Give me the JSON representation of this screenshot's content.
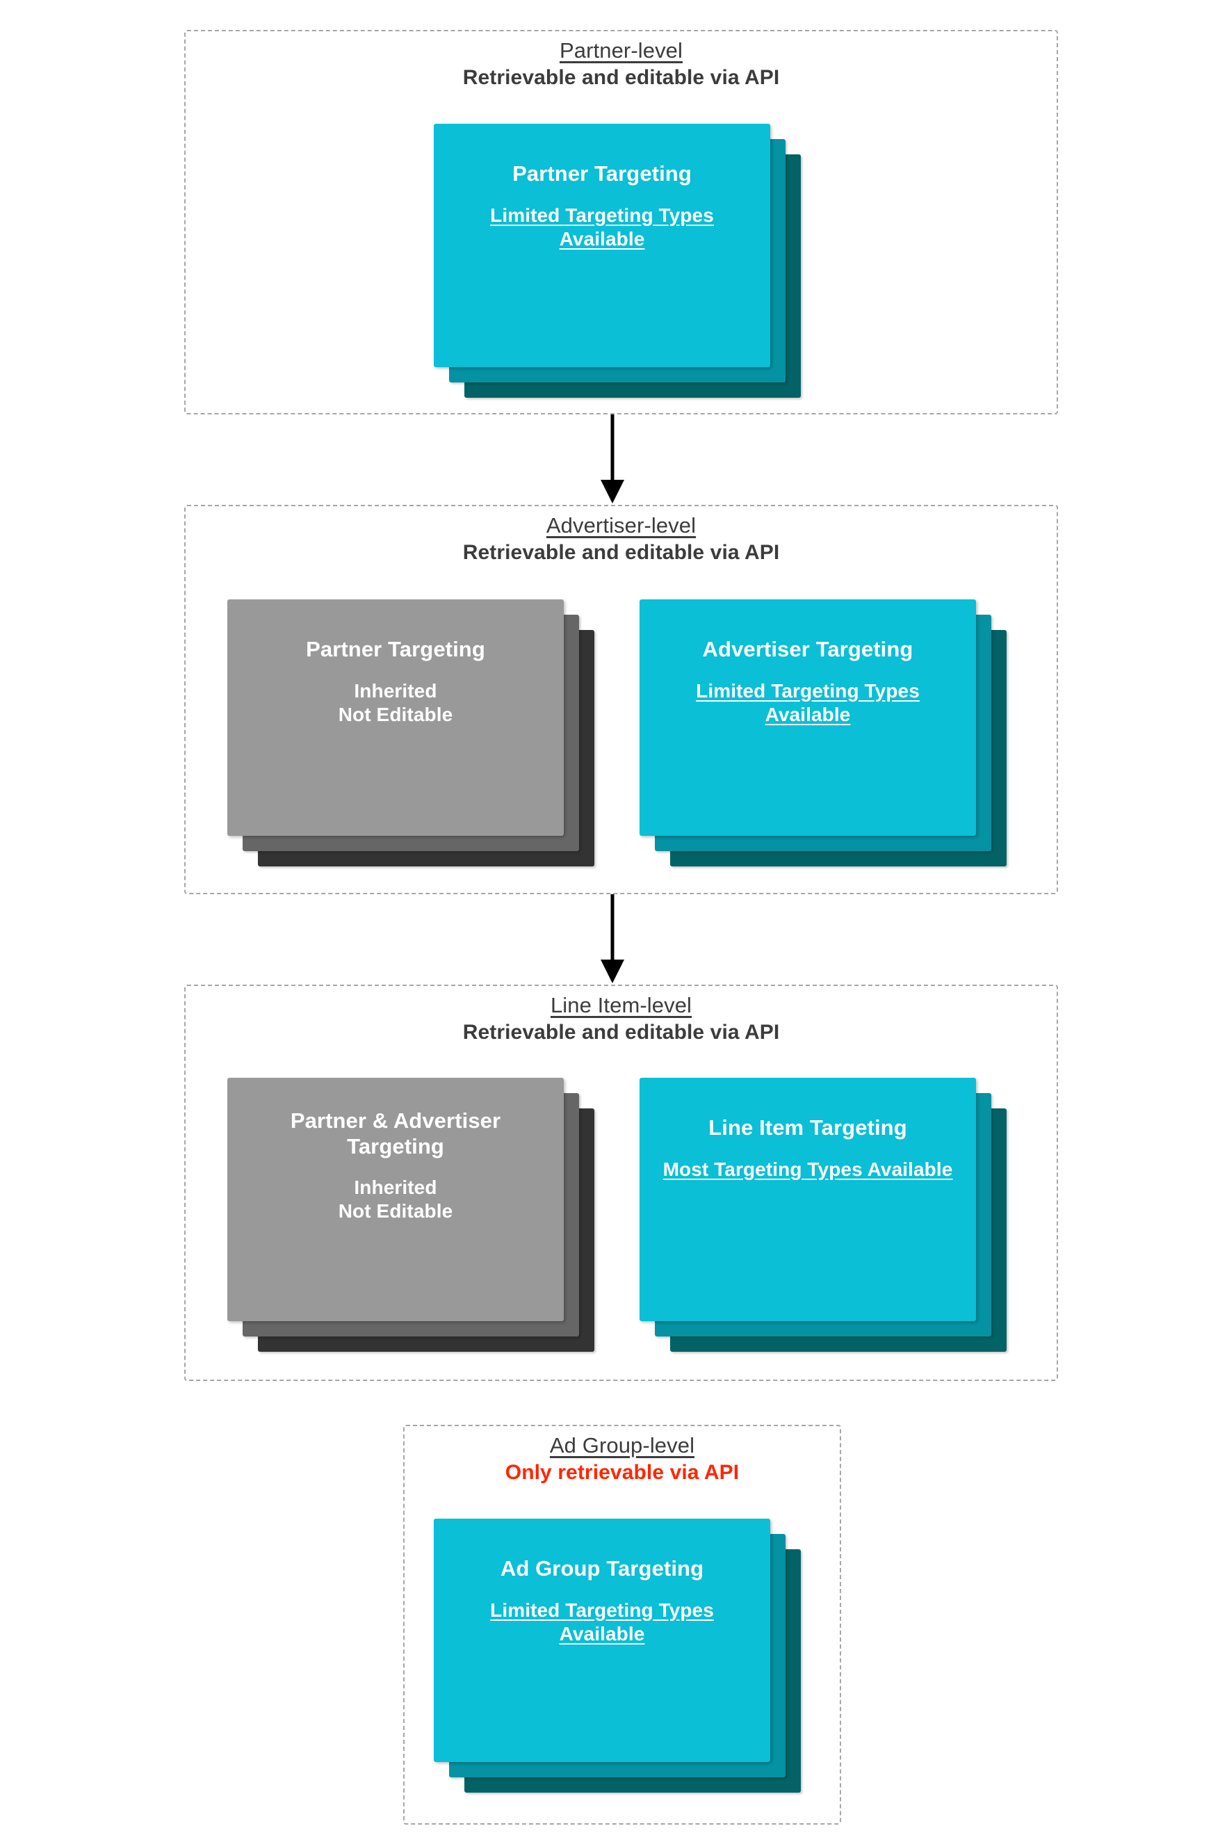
{
  "diagram": {
    "title_colors": {
      "text": "#3c3c3c",
      "alert": "#ff2600",
      "teal_front": "#0ABFD6",
      "teal_mid": "#0592A3",
      "teal_back": "#036265",
      "gray_front": "#999999",
      "gray_mid": "#666666",
      "gray_back": "#333333",
      "dashed_border": "#a6a6a6"
    },
    "levels": [
      {
        "name": "Partner-level",
        "api_note": "Retrievable and editable via API",
        "api_note_alert": false,
        "cards": [
          {
            "title": "Partner Targeting",
            "note": "Limited Targeting Types Available",
            "note_underlined": true,
            "palette": "teal"
          }
        ]
      },
      {
        "name": "Advertiser-level",
        "api_note": "Retrievable and editable via API",
        "api_note_alert": false,
        "cards": [
          {
            "title": "Partner Targeting",
            "note": "Inherited\nNot Editable",
            "note_underlined": false,
            "palette": "gray"
          },
          {
            "title": "Advertiser Targeting",
            "note": "Limited Targeting Types Available",
            "note_underlined": true,
            "palette": "teal"
          }
        ]
      },
      {
        "name": "Line Item-level",
        "api_note": "Retrievable and editable via API",
        "api_note_alert": false,
        "cards": [
          {
            "title": "Partner & Advertiser Targeting",
            "note": "Inherited\nNot Editable",
            "note_underlined": false,
            "palette": "gray"
          },
          {
            "title": "Line Item Targeting",
            "note": "Most Targeting Types Available",
            "note_underlined": true,
            "palette": "teal"
          }
        ]
      },
      {
        "name": "Ad Group-level",
        "api_note": "Only retrievable via API",
        "api_note_alert": true,
        "cards": [
          {
            "title": "Ad Group Targeting",
            "note": "Limited Targeting Types Available",
            "note_underlined": true,
            "palette": "teal"
          }
        ]
      }
    ],
    "connectors": [
      {
        "from": "Partner-level",
        "to": "Advertiser-level"
      },
      {
        "from": "Advertiser-level",
        "to": "Line Item-level"
      }
    ]
  }
}
